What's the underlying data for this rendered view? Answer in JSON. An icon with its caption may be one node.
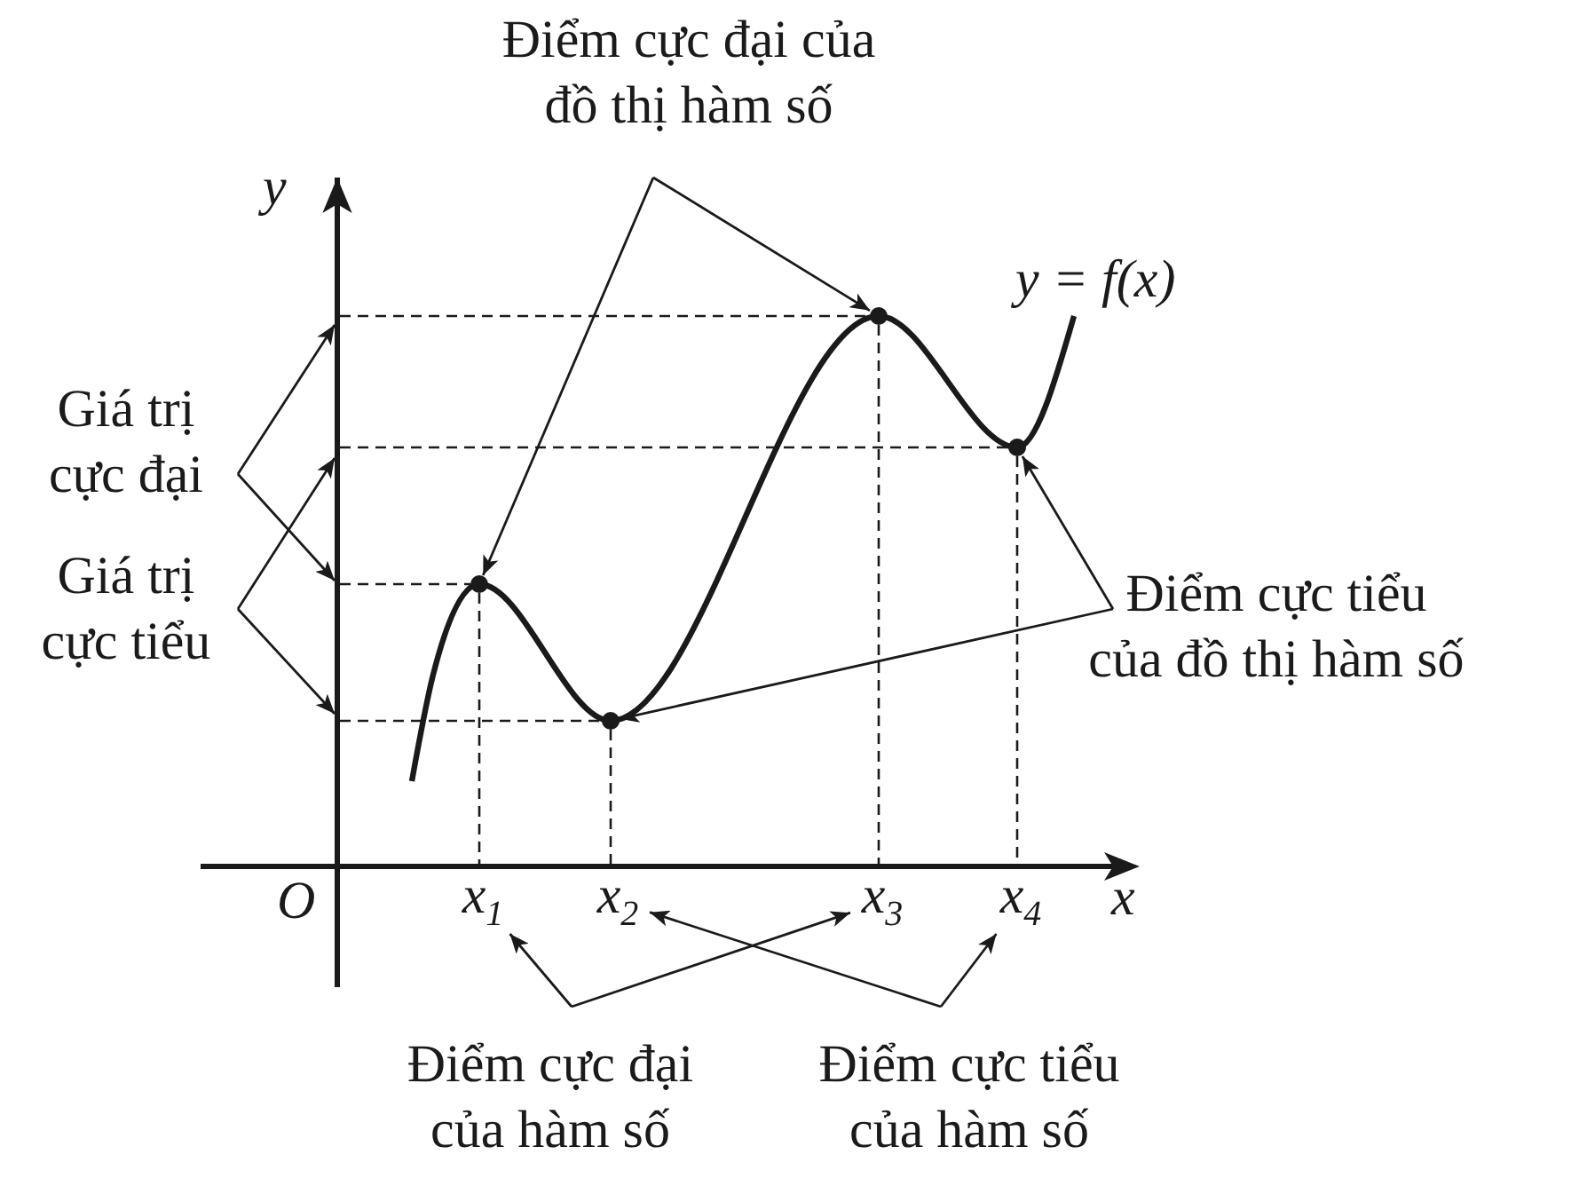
{
  "diagram": {
    "nodes": [
      {
        "text": [
          "Điểm cực đại của đồ thị hàm số"
        ]
      },
      {
        "text": [
          "Giá trị cực đại"
        ]
      },
      {
        "text": [
          "Giá trị cực tiểu"
        ]
      },
      {
        "text": [
          "Điểm cực tiểu của đồ thị hàm số"
        ]
      },
      {
        "text": [
          "Điểm cực đại của hàm số"
        ]
      },
      {
        "text": [
          "Điểm cực tiểu của hàm số"
        ]
      },
      {
        "text": [],
        "shape": "circle"
      },
      {
        "text": [],
        "shape": "circle"
      },
      {
        "text": [],
        "shape": "circle"
      },
      {
        "text": [],
        "shape": "circle"
      },
      {
        "text": [
          "x$_{1}$"
        ]
      },
      {
        "text": [
          "x$_{2}$"
        ]
      },
      {
        "text": [
          "x$_{3}$"
        ]
      },
      {
        "text": [
          "x$_{4}$"
        ]
      },
      {
        "text": [],
        "shape": "bar"
      },
      {
        "text": [],
        "shape": "bar"
      }
    ],
    "edges": [
      {
        "from": 0,
        "to": 6,
        "arrow": "to"
      },
      {
        "from": 0,
        "to": 8,
        "arrow": "to"
      },
      {
        "from": 1,
        "to": 14,
        "arrow": "to"
      },
      {
        "from": 1,
        "to": 14,
        "arrow": "to"
      },
      {
        "from": 2,
        "to": 14,
        "arrow": "to"
      },
      {
        "from": 2,
        "to": 14,
        "arrow": "to"
      },
      {
        "from": 3,
        "to": 9,
        "arrow": "to"
      },
      {
        "from": 3,
        "to": 7,
        "arrow": "to"
      },
      {
        "from": 4,
        "to": 10,
        "arrow": "to"
      },
      {
        "from": 4,
        "to": 12,
        "arrow": "to"
      },
      {
        "from": 5,
        "to": 11,
        "arrow": "to"
      },
      {
        "from": 5,
        "to": 13,
        "arrow": "to"
      },
      {
        "from": 14,
        "to": 6,
        "arrow": "none",
        "style": "dashed"
      },
      {
        "from": 14,
        "to": 7,
        "arrow": "none",
        "style": "dashed"
      },
      {
        "from": 14,
        "to": 8,
        "arrow": "none",
        "style": "dashed"
      },
      {
        "from": 14,
        "to": 9,
        "arrow": "none",
        "style": "dashed"
      },
      {
        "from": 6,
        "to": 15,
        "arrow": "none",
        "style": "dashed"
      },
      {
        "from": 7,
        "to": 15,
        "arrow": "none",
        "style": "dashed"
      },
      {
        "from": 8,
        "to": 15,
        "arrow": "none",
        "style": "dashed"
      },
      {
        "from": 9,
        "to": 15,
        "arrow": "none",
        "style": "dashed"
      }
    ],
    "labels": [
      "y",
      "y = f(x)",
      "O",
      "x"
    ]
  }
}
